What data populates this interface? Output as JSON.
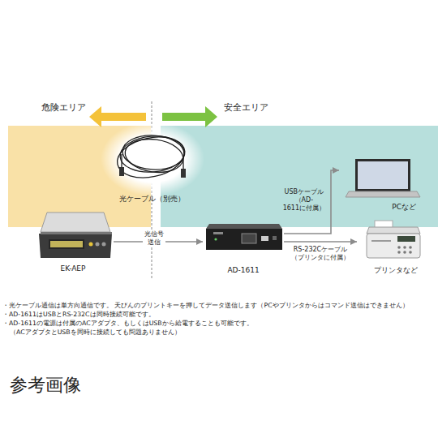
{
  "diagram": {
    "nodes": [
      {
        "text": [
          "危険エリア"
        ]
      },
      {
        "text": [
          "安全エリア"
        ]
      },
      {
        "text": [
          "光ケーブル（別売）"
        ]
      },
      {
        "text": [
          "EK-AEP"
        ]
      },
      {
        "text": [
          "AD-1611"
        ]
      },
      {
        "text": [
          "PCなど"
        ]
      },
      {
        "text": [
          "プリンタなど"
        ]
      }
    ],
    "edges": [
      {
        "from": 3,
        "to": 4,
        "label": "光信号 送信",
        "arrow": "to"
      },
      {
        "from": 4,
        "to": 5,
        "label": "USBケーブル （AD-1611に付属）",
        "arrow": "to"
      },
      {
        "from": 4,
        "to": 6,
        "label": "RS-232Cケーブル （プリンタに付属）",
        "arrow": "to"
      }
    ],
    "labels": [
      "・光ケーブル通信は単方向通信です。 天びんのプリントキーを押してデータ送信します（PCやプリンタからはコマンド送信はできません）",
      "・AD-1611はUSBとRS-232Cは同時接続可能です。",
      "・AD-1611の電源は付属のACアダプタ、もしくはUSBから給電することも可能です。",
      "（ACアダプタとUSBを同時に接続しても問題ありません）",
      "参考画像"
    ]
  }
}
